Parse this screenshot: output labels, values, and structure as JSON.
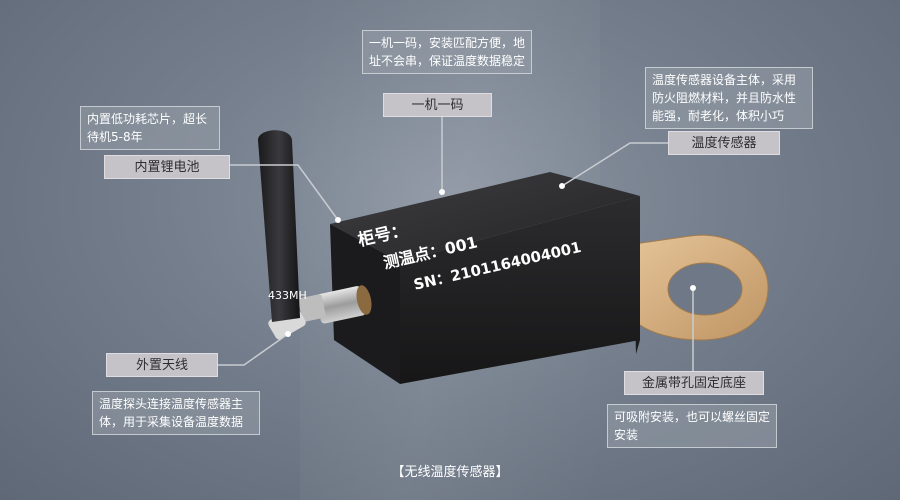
{
  "callouts": {
    "chip": {
      "description": "内置低功耗芯片，超长待机5-8年",
      "tag": "内置锂电池"
    },
    "code": {
      "description": "一机一码，安装匹配方便，地址不会串，保证温度数据稳定",
      "tag": "一机一码"
    },
    "body": {
      "description": "温度传感器设备主体，采用防火阻燃材料，并且防水性能强，耐老化，体积小巧",
      "tag": "温度传感器"
    },
    "antenna": {
      "tag": "外置天线",
      "description": "温度探头连接温度传感器主体，用于采集设备温度数据"
    },
    "base": {
      "tag": "金属带孔固定底座",
      "description": "可吸附安装，也可以螺丝固定安装"
    }
  },
  "device_label": {
    "line1": "柜号：",
    "line2": "测温点：001",
    "line3": "SN：2101164004001"
  },
  "antenna_text": "433MH",
  "caption": "【无线温度传感器】"
}
